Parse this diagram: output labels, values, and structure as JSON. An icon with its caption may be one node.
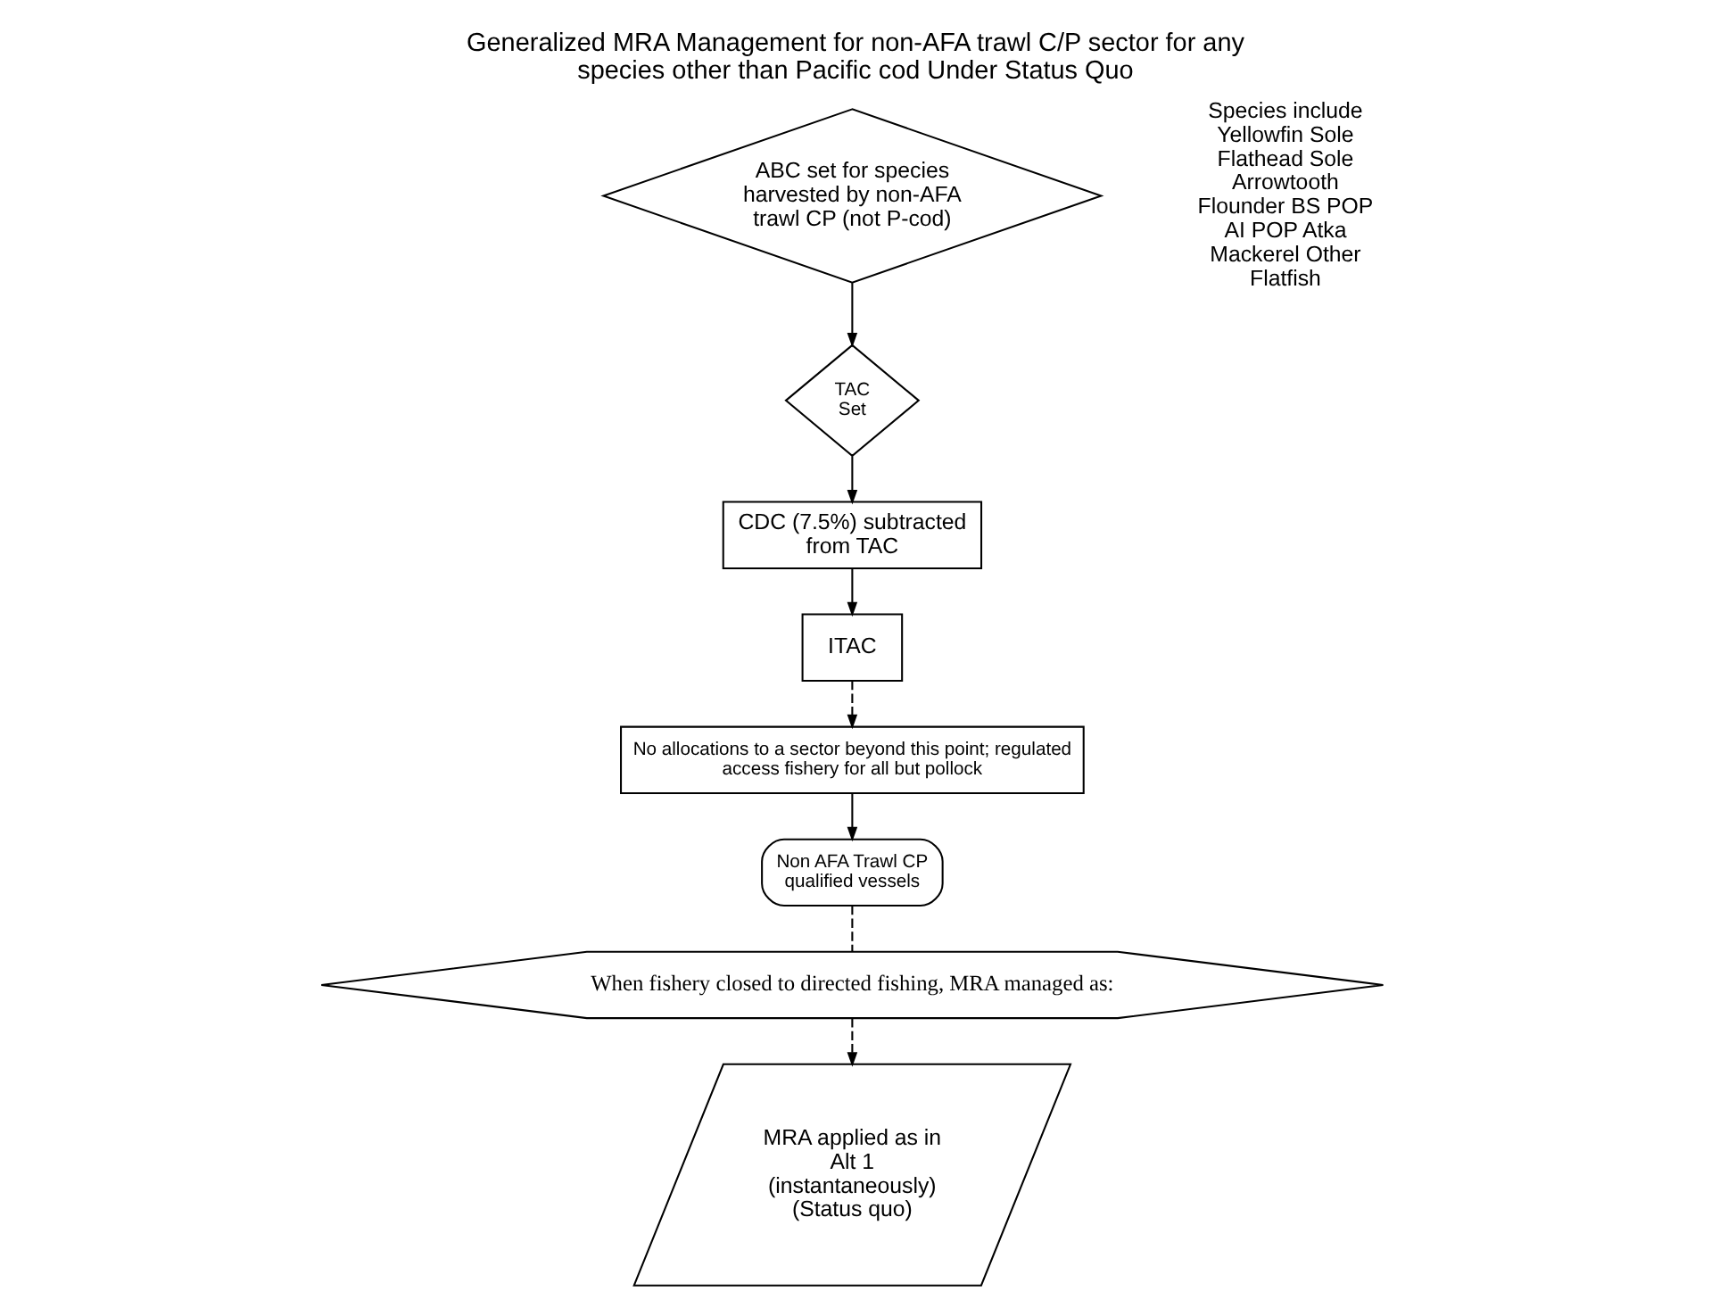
{
  "diagram": {
    "title": "Generalized MRA Management for non-AFA trawl C/P sector for any species other than Pacific cod Under Status Quo",
    "nodes": [
      {
        "text": [
          "ABC set for species harvested by non-AFA trawl CP (not P-cod)"
        ]
      },
      {
        "text": [
          "TAC Set"
        ]
      },
      {
        "text": [
          "CDC (7.5%) subtracted from TAC"
        ]
      },
      {
        "text": [
          "ITAC"
        ]
      },
      {
        "text": [
          "No allocations to a sector beyond this point; regulated access fishery for all but pollock"
        ]
      },
      {
        "text": [
          "Non AFA Trawl CP qualified vessels"
        ]
      },
      {
        "text": [
          "When fishery closed to directed fishing, MRA managed as:"
        ]
      },
      {
        "text": [
          "MRA applied as in Alt 1 (instantaneously) (Status quo)"
        ]
      }
    ],
    "edges": [
      {
        "from": 0,
        "to": 1,
        "arrow": "to"
      },
      {
        "from": 1,
        "to": 2,
        "arrow": "to"
      },
      {
        "from": 2,
        "to": 3,
        "arrow": "to"
      },
      {
        "from": 3,
        "to": 4,
        "arrow": "to",
        "style": "dashed"
      },
      {
        "from": 4,
        "to": 5,
        "arrow": "to"
      },
      {
        "from": 5,
        "to": 6,
        "arrow": "none",
        "style": "dashed"
      },
      {
        "from": 6,
        "to": 7,
        "arrow": "to",
        "style": "dashed"
      }
    ],
    "labels": [
      "Species include Yellowfin Sole Flathead Sole Arrowtooth Flounder BS POP AI POP Atka Mackerel Other Flatfish"
    ]
  }
}
